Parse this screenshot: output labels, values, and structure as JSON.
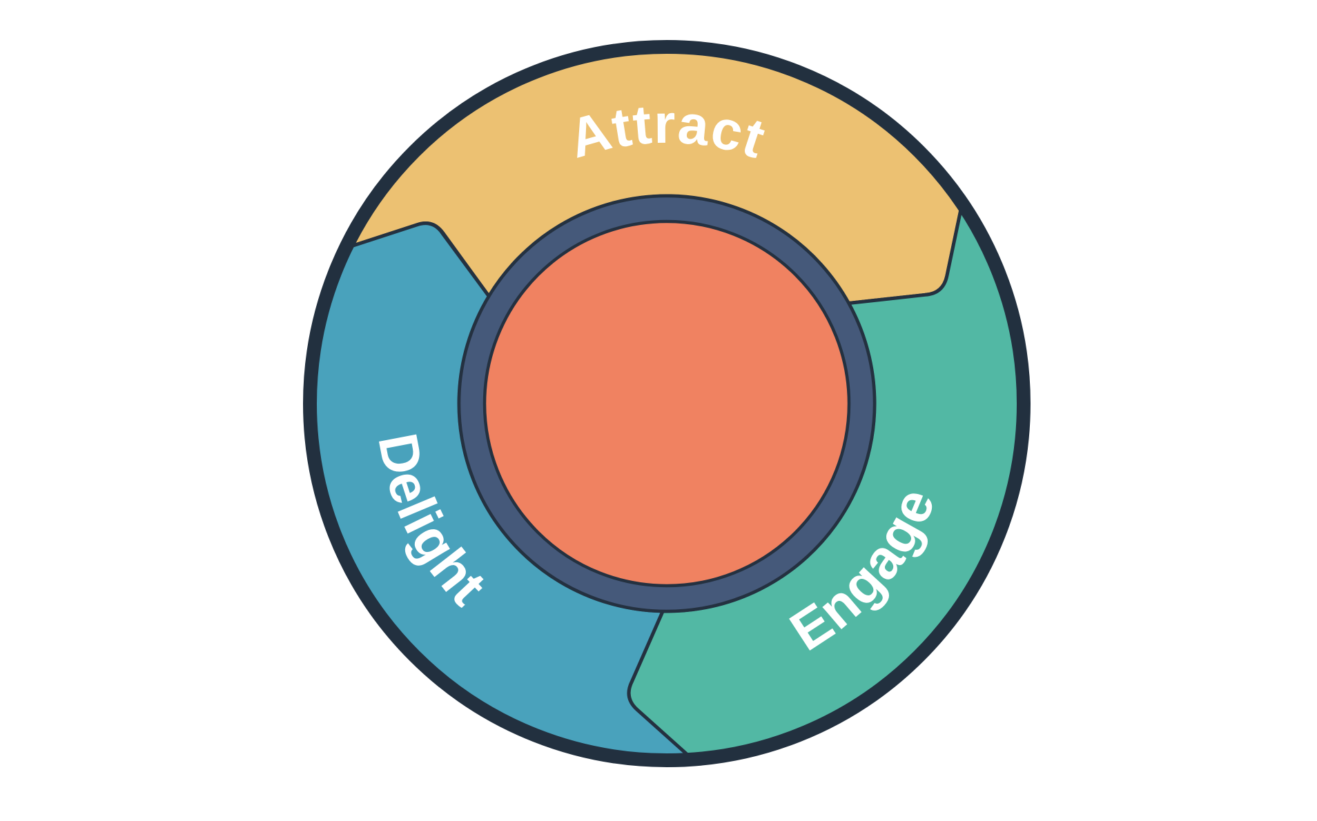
{
  "diagram": {
    "type": "flywheel",
    "background": "#ffffff",
    "label_color": "#ffffff",
    "outline_color": "#243140",
    "rim_color": "#22303f",
    "segments": [
      {
        "id": "attract",
        "label": "Attract",
        "color": "#ecc172"
      },
      {
        "id": "engage",
        "label": "Engage",
        "color": "#52b8a4"
      },
      {
        "id": "delight",
        "label": "Delight",
        "color": "#49a2bc"
      }
    ],
    "hub": {
      "fill": "#f08261",
      "ring_color": "#45597a"
    }
  }
}
